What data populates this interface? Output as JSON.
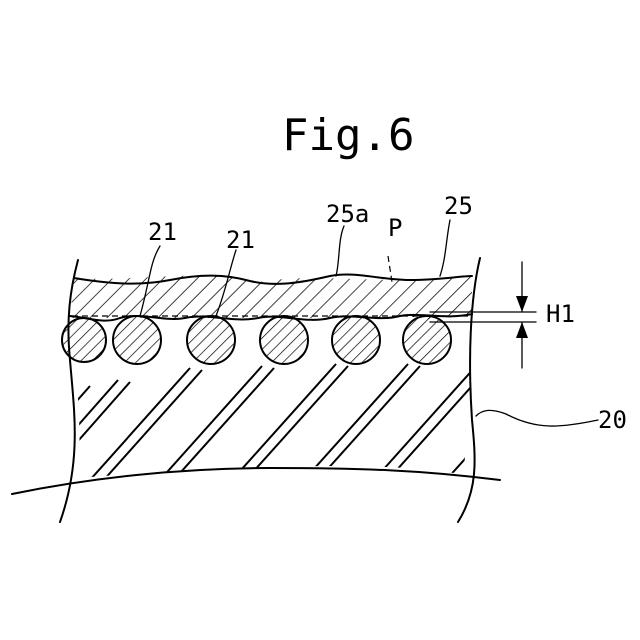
{
  "figure": {
    "title": "Fig.6"
  },
  "labels": {
    "fiber_a": "21",
    "fiber_b": "21",
    "layer_surface": "25a",
    "point": "P",
    "layer": "25",
    "height": "H1",
    "base": "20"
  }
}
